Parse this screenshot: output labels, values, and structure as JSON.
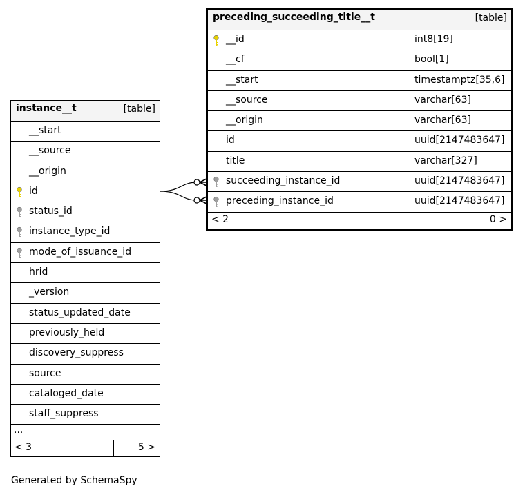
{
  "tables": {
    "preceding": {
      "name": "preceding_succeeding_title__t",
      "type": "[table]",
      "columns": [
        {
          "name": "__id",
          "type": "int8[19]",
          "key": "primary"
        },
        {
          "name": "__cf",
          "type": "bool[1]",
          "key": ""
        },
        {
          "name": "__start",
          "type": "timestamptz[35,6]",
          "key": ""
        },
        {
          "name": "__source",
          "type": "varchar[63]",
          "key": ""
        },
        {
          "name": "__origin",
          "type": "varchar[63]",
          "key": ""
        },
        {
          "name": "id",
          "type": "uuid[2147483647]",
          "key": ""
        },
        {
          "name": "title",
          "type": "varchar[327]",
          "key": ""
        },
        {
          "name": "succeeding_instance_id",
          "type": "uuid[2147483647]",
          "key": "foreign"
        },
        {
          "name": "preceding_instance_id",
          "type": "uuid[2147483647]",
          "key": "foreign"
        }
      ],
      "footer": {
        "left": "< 2",
        "right": "0 >"
      }
    },
    "instance": {
      "name": "instance__t",
      "type": "[table]",
      "columns": [
        {
          "name": "__start",
          "key": ""
        },
        {
          "name": "__source",
          "key": ""
        },
        {
          "name": "__origin",
          "key": ""
        },
        {
          "name": "id",
          "key": "primary"
        },
        {
          "name": "status_id",
          "key": "foreign"
        },
        {
          "name": "instance_type_id",
          "key": "foreign"
        },
        {
          "name": "mode_of_issuance_id",
          "key": "foreign"
        },
        {
          "name": "hrid",
          "key": ""
        },
        {
          "name": "_version",
          "key": ""
        },
        {
          "name": "status_updated_date",
          "key": ""
        },
        {
          "name": "previously_held",
          "key": ""
        },
        {
          "name": "discovery_suppress",
          "key": ""
        },
        {
          "name": "source",
          "key": ""
        },
        {
          "name": "cataloged_date",
          "key": ""
        },
        {
          "name": "staff_suppress",
          "key": ""
        }
      ],
      "ellipsis": "...",
      "footer": {
        "left": "< 3",
        "right": "5 >"
      }
    }
  },
  "credit": "Generated by SchemaSpy",
  "colors": {
    "primary_key": "#e8d200",
    "foreign_key": "#a0a0a0",
    "header_bg": "#f4f4f4"
  }
}
